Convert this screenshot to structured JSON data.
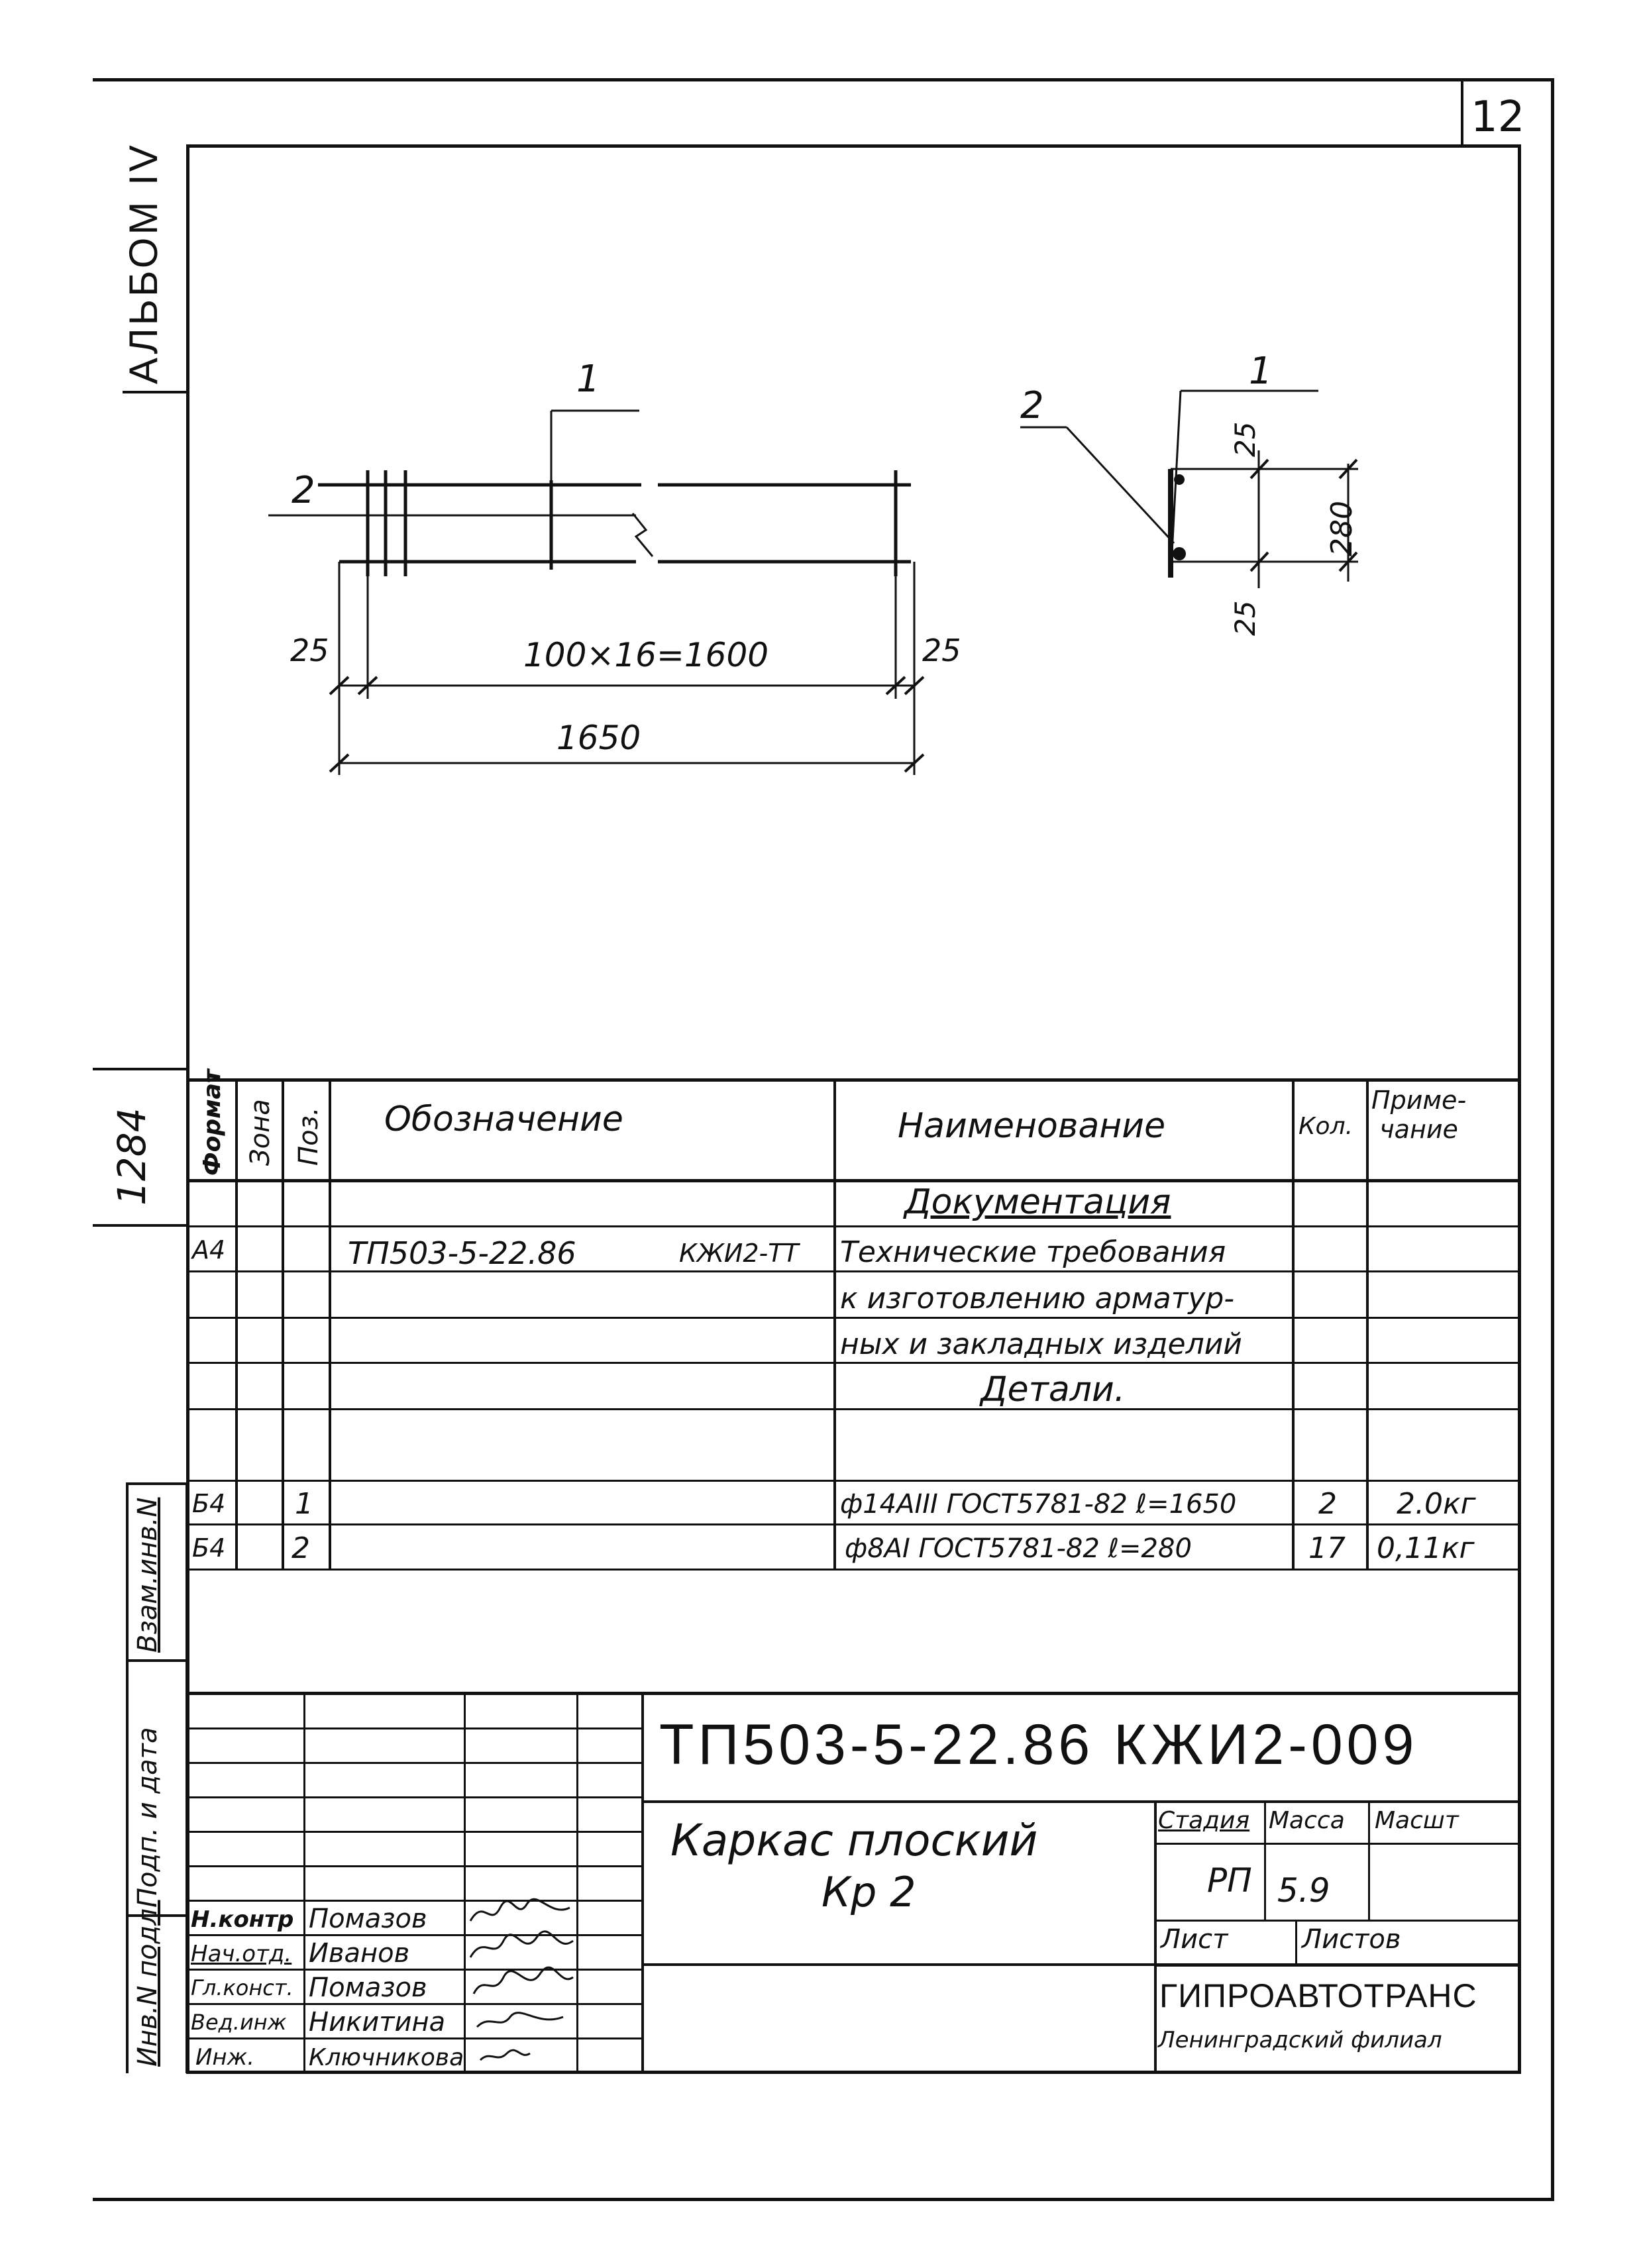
{
  "sheet": {
    "sheet_number": "12",
    "album_label": "АЛЬБОМ IV",
    "left_margin_number": "1284",
    "left_fields": [
      "Взам.инв.N",
      "Подп. и дата",
      "Инв.N подл."
    ]
  },
  "drawing_left": {
    "pos1_label": "1",
    "pos2_label": "2",
    "dim_left_gap": "25",
    "dim_span": "100×16=1600",
    "dim_right_gap": "25",
    "dim_total": "1650"
  },
  "drawing_right": {
    "pos1_label": "1",
    "pos2_label": "2",
    "dim_top": "25",
    "dim_height": "280",
    "dim_bottom": "25"
  },
  "spec_table": {
    "headers": {
      "format": "Формат",
      "zone": "Зона",
      "pos": "Поз.",
      "designation": "Обозначение",
      "name": "Наименование",
      "qty": "Кол.",
      "note": "Приме-\nчание"
    },
    "section_documentation": "Документация",
    "doc_row": {
      "format": "А4",
      "designation": "ТП503-5-22.86",
      "designation_suffix": "КЖИ2-ТТ",
      "name_lines": [
        "Технические требования",
        "к изготовлению арматур-",
        "ных и закладных изделий"
      ]
    },
    "section_details": "Детали.",
    "rows": [
      {
        "format": "Б4",
        "pos": "1",
        "name": "ф14АIII ГОСТ5781-82 ℓ=1650",
        "qty": "2",
        "note": "2.0кг"
      },
      {
        "format": "Б4",
        "pos": "2",
        "name": "ф8АI ГОСТ5781-82 ℓ=280",
        "qty": "17",
        "note": "0,11кг"
      }
    ]
  },
  "title_block": {
    "code": "ТП503-5-22.86 КЖИ2-009",
    "title_line1": "Каркас плоский",
    "title_line2": "Кр 2",
    "headers": {
      "stage": "Стадия",
      "mass": "Масса",
      "scale": "Масшт"
    },
    "stage": "РП",
    "mass": "5.9",
    "scale": "",
    "sheet_label": "Лист",
    "sheets_label": "Листов",
    "org_name": "ГИПРОАВТОТРАНС",
    "org_branch": "Ленинградский филиал",
    "signatures": [
      {
        "role": "Н.контр",
        "name": "Помазов"
      },
      {
        "role": "Нач.отд.",
        "name": "Иванов"
      },
      {
        "role": "Гл.конст.",
        "name": "Помазов"
      },
      {
        "role": "Вед.инж",
        "name": "Никитина"
      },
      {
        "role": "Инж.",
        "name": "Ключникова"
      }
    ]
  }
}
